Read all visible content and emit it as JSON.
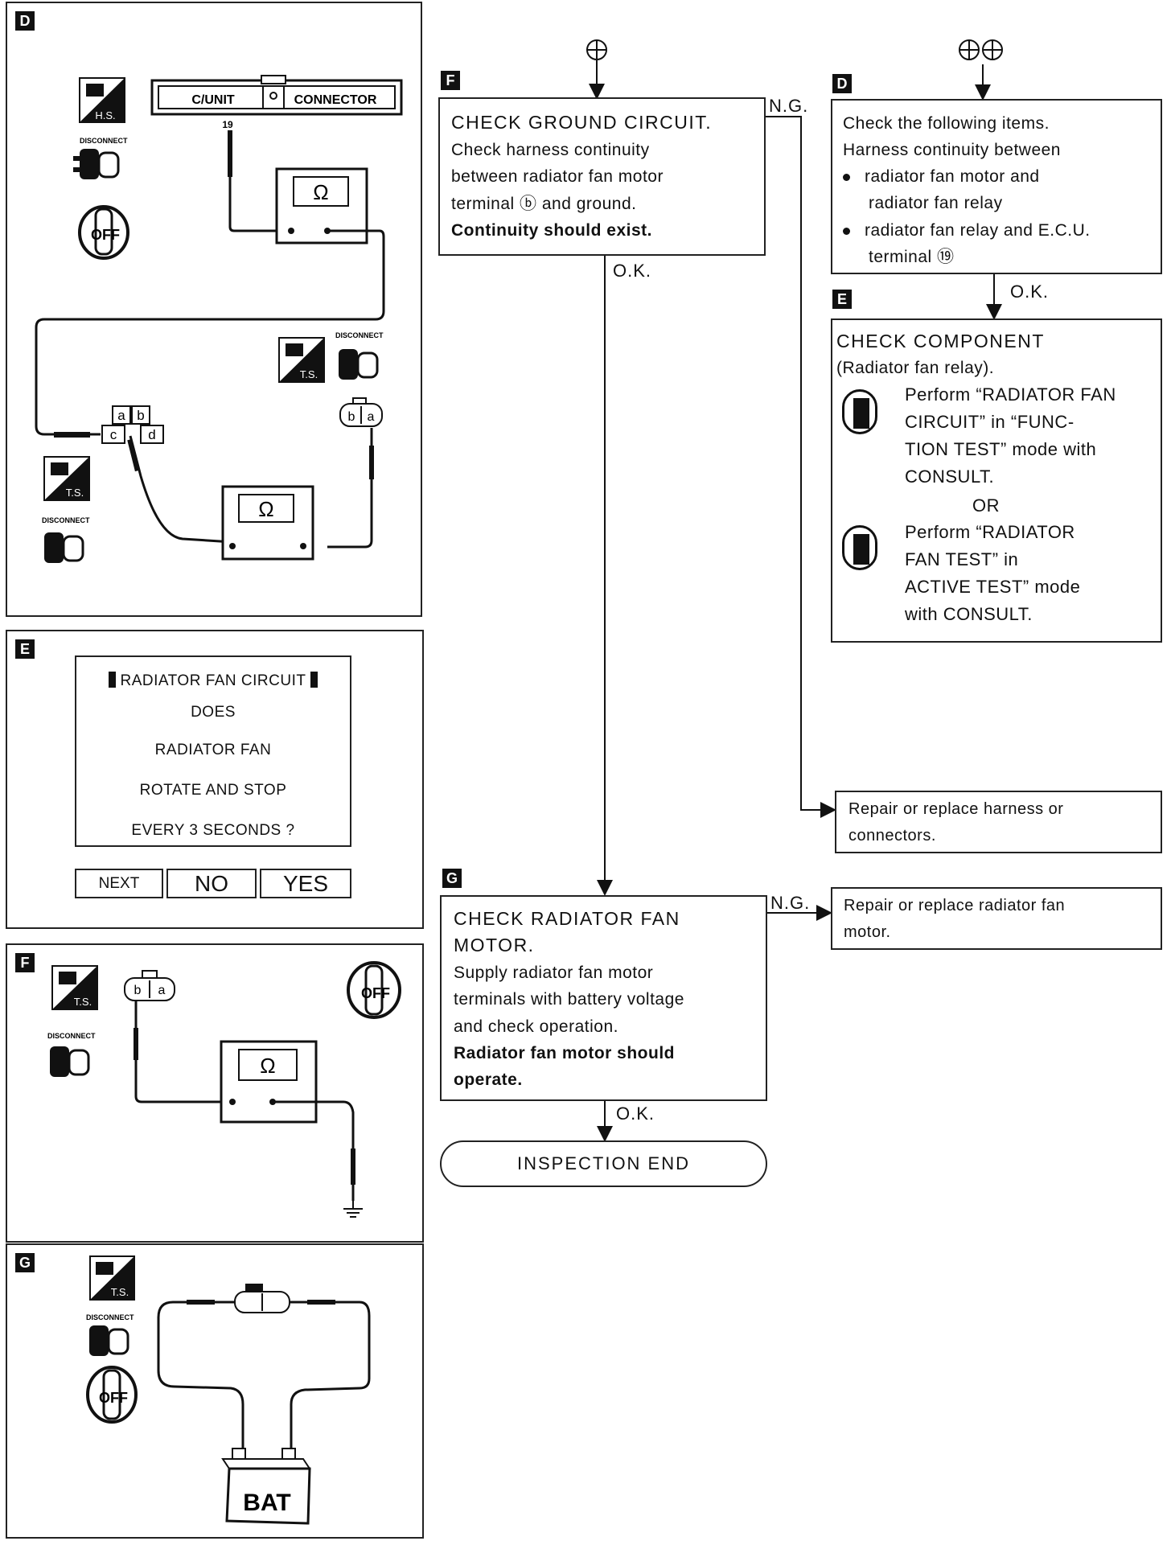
{
  "panels": {
    "D": {
      "letter": "D",
      "hs_label": "H.S.",
      "ts_label": "T.S.",
      "disconnect": "DISCONNECT",
      "off": "OFF",
      "connector_left": "C/UNIT",
      "connector_right": "CONNECTOR",
      "pin": "19",
      "ohm": "Ω",
      "pins": [
        "a",
        "b",
        "c",
        "d"
      ],
      "conn_pins": [
        "b",
        "a"
      ]
    },
    "E": {
      "letter": "E",
      "screen_title": "RADIATOR FAN CIRCUIT",
      "lines": [
        "DOES",
        "RADIATOR FAN",
        "ROTATE AND STOP",
        "EVERY 3 SECONDS ?"
      ],
      "buttons": [
        "NEXT",
        "NO",
        "YES"
      ]
    },
    "F": {
      "letter": "F",
      "ts_label": "T.S.",
      "disconnect": "DISCONNECT",
      "off": "OFF",
      "ohm": "Ω",
      "conn_pins": [
        "b",
        "a"
      ]
    },
    "G": {
      "letter": "G",
      "ts_label": "T.S.",
      "disconnect": "DISCONNECT",
      "off": "OFF",
      "battery": "BAT"
    }
  },
  "flow": {
    "F": {
      "letter": "F",
      "title": "CHECK GROUND CIRCUIT.",
      "lines": [
        "Check harness continuity",
        "between radiator fan motor",
        "terminal ⓑ and ground."
      ],
      "bold": "Continuity should exist.",
      "ng": "N.G.",
      "ok": "O.K."
    },
    "D": {
      "letter": "D",
      "lines": [
        "Check the following items.",
        "Harness continuity between"
      ],
      "bullets": [
        [
          "radiator fan motor and",
          "radiator fan relay"
        ],
        [
          "radiator fan relay and E.C.U.",
          "terminal ⑲"
        ]
      ],
      "ok": "O.K."
    },
    "E": {
      "letter": "E",
      "title": "CHECK COMPONENT",
      "subtitle": "(Radiator fan relay).",
      "option1": [
        "Perform “RADIATOR FAN",
        "CIRCUIT” in “FUNC-",
        "TION TEST” mode with",
        "CONSULT."
      ],
      "or": "OR",
      "option2": [
        "Perform “RADIATOR",
        "FAN TEST” in",
        "ACTIVE TEST” mode",
        "with CONSULT."
      ]
    },
    "repair_harness": [
      "Repair or replace harness or",
      "connectors."
    ],
    "G": {
      "letter": "G",
      "title": [
        "CHECK RADIATOR FAN",
        "MOTOR."
      ],
      "lines": [
        "Supply radiator fan motor",
        "terminals with battery voltage",
        "and check operation."
      ],
      "bold": [
        "Radiator fan motor should",
        "operate."
      ],
      "ng": "N.G.",
      "ok": "O.K."
    },
    "repair_motor": [
      "Repair or replace radiator fan",
      "motor."
    ],
    "end": "INSPECTION END"
  }
}
